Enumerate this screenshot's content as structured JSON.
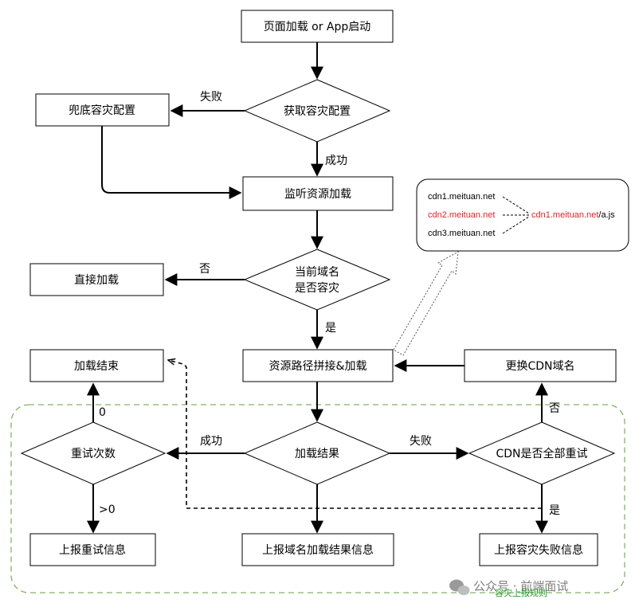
{
  "nodes": {
    "start": "页面加载 or App启动",
    "fetch_config": "获取容灾配置",
    "fallback_config": "兜底容灾配置",
    "listen": "监听资源加载",
    "is_disaster_line1": "当前域名",
    "is_disaster_line2": "是否容灾",
    "direct_load": "直接加载",
    "concat_load": "资源路径拼接&加载",
    "change_cdn": "更换CDN域名",
    "load_end": "加载结束",
    "retry_count": "重试次数",
    "load_result": "加载结果",
    "cdn_all_retried": "CDN是否全部重试",
    "report_retry": "上报重试信息",
    "report_domain_result": "上报域名加载结果信息",
    "report_disaster_fail": "上报容灾失败信息"
  },
  "edges": {
    "fail": "失败",
    "success": "成功",
    "no": "否",
    "yes": "是",
    "zero": "0",
    "gt_zero": ">0"
  },
  "callout": {
    "cdn1": "cdn1.meituan.net",
    "cdn2": "cdn2.meituan.net",
    "cdn3": "cdn3.meituan.net",
    "target_domain": "cdn1.meituan.net",
    "target_path": "/a.js"
  },
  "region_label": "容灾上报规则",
  "watermark": "公众号 · 前端面试",
  "colors": {
    "stroke": "#000000",
    "highlight": "#e5222a",
    "region": "#82b366"
  }
}
